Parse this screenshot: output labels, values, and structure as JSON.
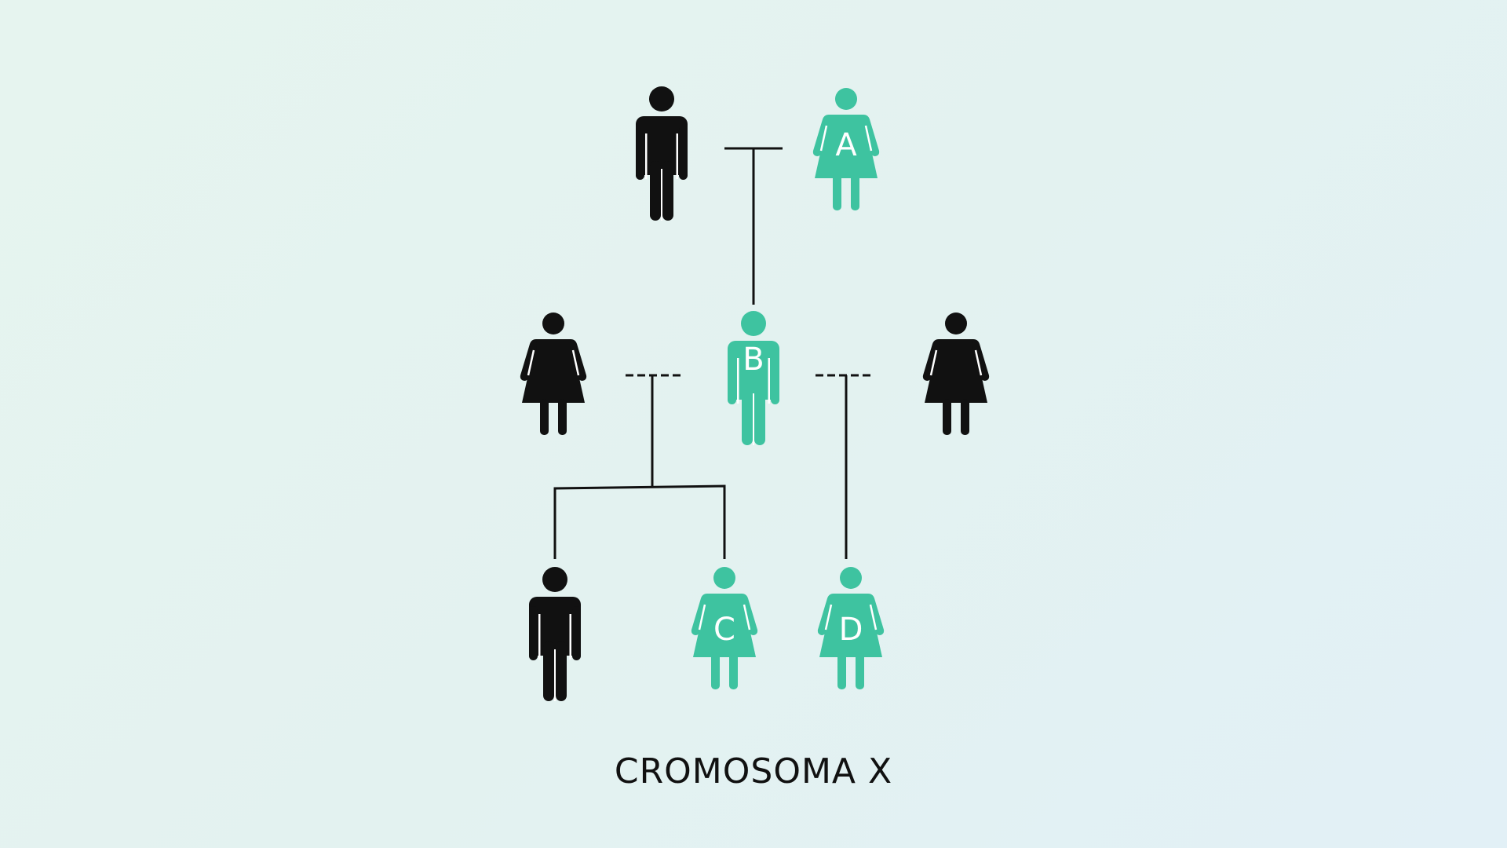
{
  "caption": "CROMOSOMA X",
  "colors": {
    "carrier": "#3ec3a0",
    "unaffected": "#111111",
    "line": "#111111"
  },
  "pedigree": {
    "generation_1": [
      {
        "id": "grandfather",
        "sex": "male",
        "label": "",
        "carrier": false
      },
      {
        "id": "grandmother",
        "sex": "female",
        "label": "A",
        "carrier": true
      }
    ],
    "generation_2": [
      {
        "id": "wife-left",
        "sex": "female",
        "label": "",
        "carrier": false
      },
      {
        "id": "son-b",
        "sex": "male",
        "label": "B",
        "carrier": true
      },
      {
        "id": "wife-right",
        "sex": "female",
        "label": "",
        "carrier": false
      }
    ],
    "generation_3": [
      {
        "id": "grandson",
        "sex": "male",
        "label": "",
        "carrier": false
      },
      {
        "id": "granddaughter-c",
        "sex": "female",
        "label": "C",
        "carrier": true
      },
      {
        "id": "granddaughter-d",
        "sex": "female",
        "label": "D",
        "carrier": true
      }
    ]
  }
}
